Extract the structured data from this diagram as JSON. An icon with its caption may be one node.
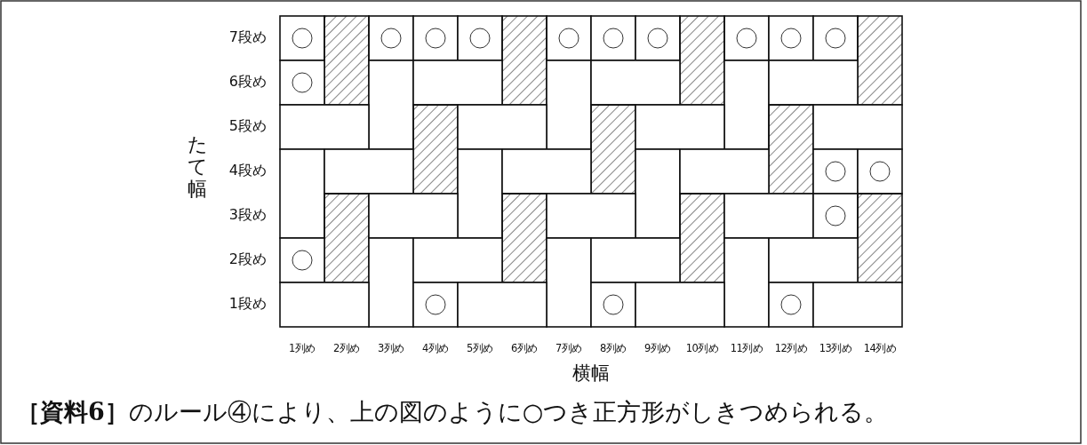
{
  "diagram": {
    "caption": "**［資料6］**のルール④により、上の図のように○つき正方形がしきつめられる。",
    "labels": [
      "7段め",
      "6段め",
      "5段め",
      "たて幅",
      "4段め",
      "3段め",
      "2段め",
      "1段め",
      "1列め",
      "2列め",
      "3列め",
      "4列め",
      "5列め",
      "6列め",
      "7列め",
      "8列め",
      "9列め",
      "10列め",
      "11列め",
      "12列め",
      "13列め",
      "14列め",
      "横幅"
    ]
  }
}
